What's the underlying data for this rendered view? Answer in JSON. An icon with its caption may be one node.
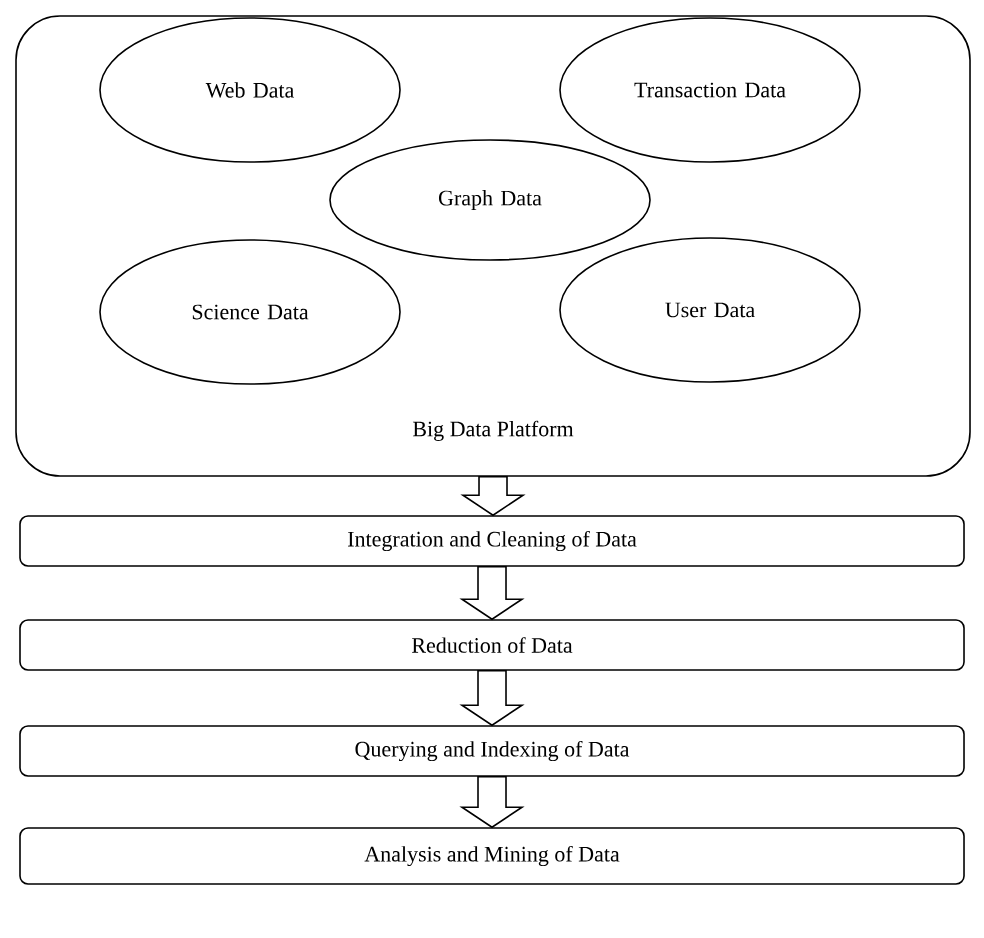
{
  "diagram": {
    "nodes": [
      {
        "text": [
          "Big Data Platform"
        ]
      },
      {
        "text": [
          "Web Data"
        ],
        "in": 0
      },
      {
        "text": [
          "Transaction Data"
        ],
        "in": 0
      },
      {
        "text": [
          "Graph Data"
        ],
        "in": 0
      },
      {
        "text": [
          "Science Data"
        ],
        "in": 0
      },
      {
        "text": [
          "User Data"
        ],
        "in": 0
      },
      {
        "text": [
          "Integration and Cleaning of Data"
        ]
      },
      {
        "text": [
          "Reduction of Data"
        ]
      },
      {
        "text": [
          "Querying and Indexing of Data"
        ]
      },
      {
        "text": [
          "Analysis and Mining of Data"
        ]
      }
    ],
    "edges": [
      {
        "from": 0,
        "to": 6,
        "arrow": "to"
      },
      {
        "from": 6,
        "to": 7,
        "arrow": "to"
      },
      {
        "from": 7,
        "to": 8,
        "arrow": "to"
      },
      {
        "from": 8,
        "to": 9,
        "arrow": "to"
      }
    ]
  }
}
